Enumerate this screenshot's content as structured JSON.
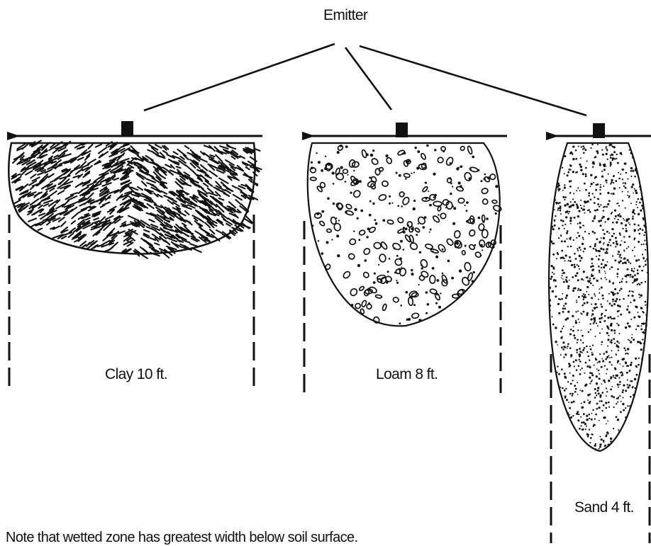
{
  "diagram": {
    "title": "Emitter",
    "soils": [
      {
        "name": "clay",
        "label": "Clay 10 ft."
      },
      {
        "name": "loam",
        "label": "Loam 8 ft."
      },
      {
        "name": "sand",
        "label": "Sand 4 ft."
      }
    ],
    "note": "Note that wetted zone has greatest width below soil surface."
  },
  "colors": {
    "ink": "#111111",
    "background": "#ffffff"
  }
}
